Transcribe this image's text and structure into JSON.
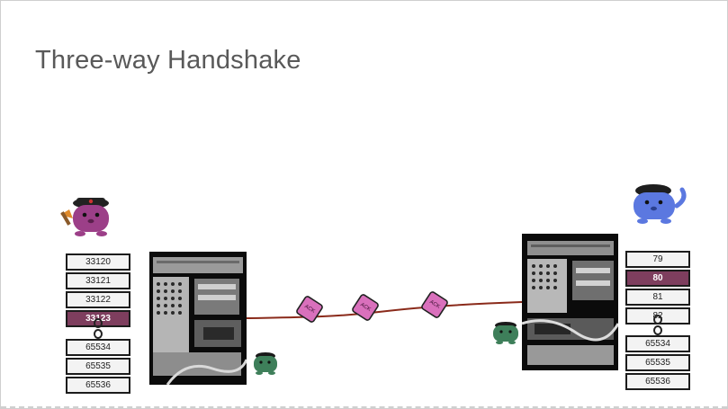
{
  "slide": {
    "title": "Three-way Handshake"
  },
  "client": {
    "ports_top": [
      {
        "label": "33120",
        "active": false
      },
      {
        "label": "33121",
        "active": false
      },
      {
        "label": "33122",
        "active": false
      },
      {
        "label": "33123",
        "active": true
      }
    ],
    "ports_bottom": [
      "65534",
      "65535",
      "65536"
    ]
  },
  "server": {
    "ports_top": [
      {
        "label": "79",
        "active": false
      },
      {
        "label": "80",
        "active": true
      },
      {
        "label": "81",
        "active": false
      },
      {
        "label": "82",
        "active": false
      }
    ],
    "ports_bottom": [
      "65534",
      "65535",
      "65536"
    ]
  },
  "packets": [
    "ACK",
    "ACK",
    "ACK"
  ],
  "colors": {
    "active_port": "#7e3e5e",
    "packet_fill": "#d970bc",
    "wire": "#8a2a1a",
    "client_mascot": "#9c3f88",
    "server_mascot": "#5b78e0",
    "small_mascot": "#3e7f5a"
  }
}
